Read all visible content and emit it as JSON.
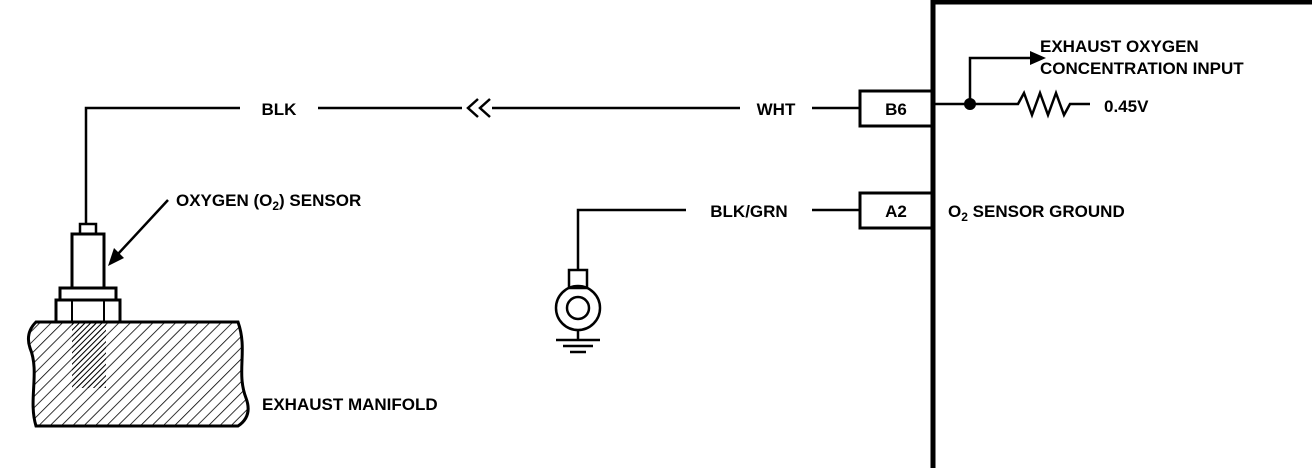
{
  "wires": {
    "signal_left_color": "BLK",
    "signal_right_color": "WHT",
    "ground_color": "BLK/GRN"
  },
  "terminals": {
    "signal": "B6",
    "ground": "A2"
  },
  "labels": {
    "input_line1": "EXHAUST OXYGEN",
    "input_line2": "CONCENTRATION INPUT",
    "voltage": "0.45V",
    "ground_pre": "O",
    "ground_sub": "2",
    "ground_post": " SENSOR GROUND",
    "sensor_pre": "OXYGEN (O",
    "sensor_sub": "2",
    "sensor_post": ") SENSOR",
    "manifold": "EXHAUST MANIFOLD"
  }
}
